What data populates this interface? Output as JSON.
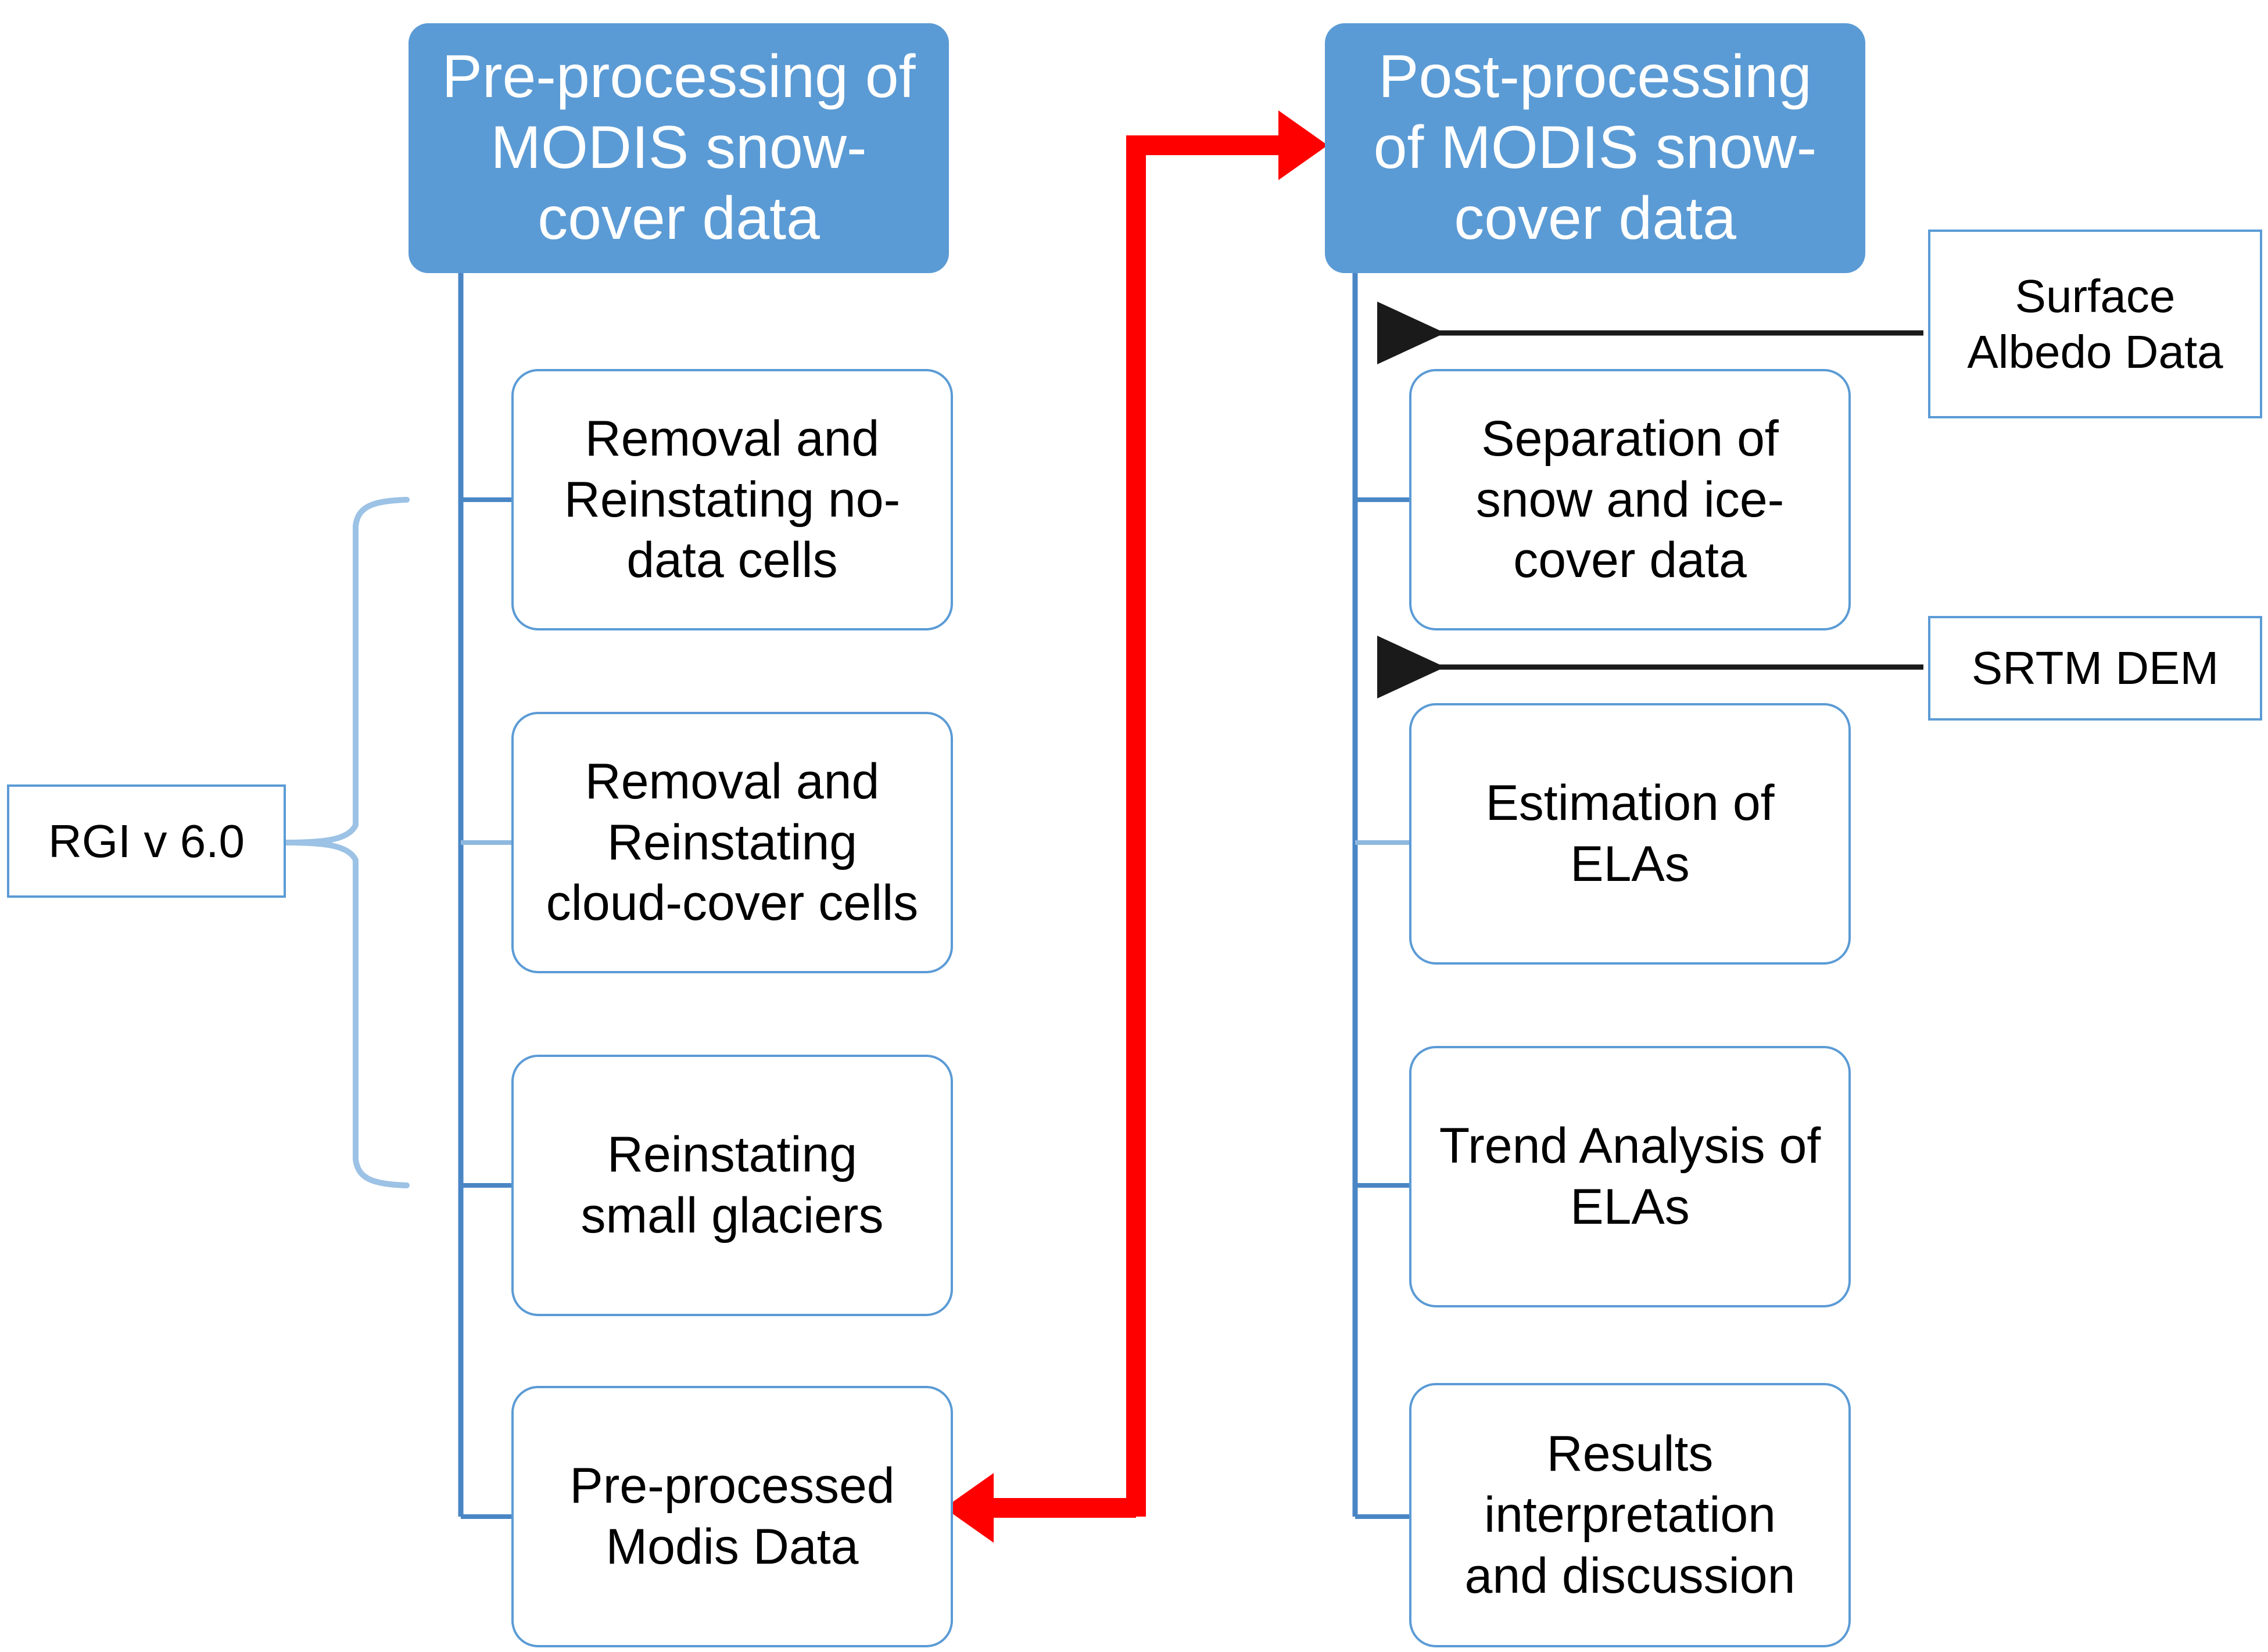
{
  "diagram": {
    "title_left": "Pre-processing of MODIS snow-cover data",
    "title_right": "Post-processing of MODIS snow-cover data",
    "colors": {
      "header_fill": "#5B9BD5",
      "box_border": "#5B9BD5",
      "box_fill": "#FFFFFF",
      "text": "#000000",
      "header_text": "#FFFFFF",
      "main_flow_arrow": "#FF0000",
      "input_arrow": "#000000"
    },
    "headers": [
      {
        "id": "pre-processing",
        "label": "Pre-processing of\nMODIS snow-\ncover data"
      },
      {
        "id": "post-processing",
        "label": "Post-processing\nof MODIS snow-\ncover data"
      }
    ],
    "left_column": [
      {
        "id": "removal-nodata",
        "label": "Removal and\nReinstating no-\ndata cells"
      },
      {
        "id": "removal-cloud",
        "label": "Removal and\nReinstating\ncloud-cover cells"
      },
      {
        "id": "reinstating-glaciers",
        "label": "Reinstating\nsmall glaciers"
      },
      {
        "id": "pre-processed-modis",
        "label": "Pre-processed\nModis Data"
      }
    ],
    "right_column": [
      {
        "id": "separation-snow-ice",
        "label": "Separation of\nsnow and ice-\ncover data"
      },
      {
        "id": "estimation-elas",
        "label": "Estimation of\nELAs"
      },
      {
        "id": "trend-analysis-elas",
        "label": "Trend Analysis of\nELAs"
      },
      {
        "id": "results-interpretation",
        "label": "Results\ninterpretation\nand discussion"
      }
    ],
    "inputs": [
      {
        "id": "rgi",
        "label": "RGI v 6.0"
      },
      {
        "id": "surface-albedo",
        "label": "Surface\nAlbedo Data"
      },
      {
        "id": "srtm-dem",
        "label": "SRTM DEM"
      }
    ],
    "connections": [
      {
        "from": "pre-processed-modis",
        "to": "post-processing",
        "color": "#FF0000",
        "style": "thick-elbow"
      },
      {
        "from": "rgi",
        "to": "left-column-brace",
        "color": "#5B9BD5",
        "style": "curly-brace"
      },
      {
        "from": "surface-albedo",
        "to": "post-processing-trunk",
        "color": "#000000",
        "style": "arrow-left"
      },
      {
        "from": "srtm-dem",
        "to": "post-processing-trunk",
        "color": "#000000",
        "style": "arrow-left"
      }
    ]
  }
}
